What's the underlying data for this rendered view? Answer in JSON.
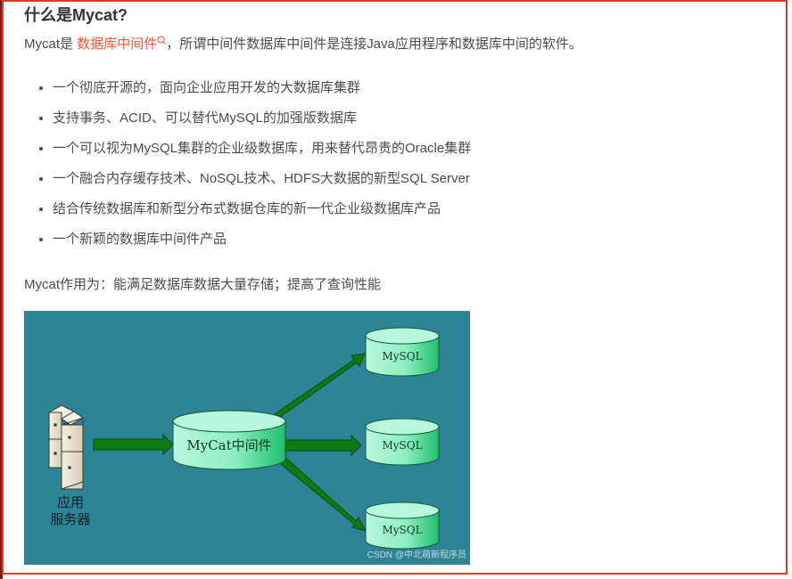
{
  "article": {
    "heading": "什么是Mycat?",
    "intro": {
      "prefix": "Mycat是 ",
      "link_text": "数据库中间件",
      "suffix": "，所谓中间件数据库中间件是连接Java应用程序和数据库中间的软件。"
    },
    "features": [
      "一个彻底开源的，面向企业应用开发的大数据库集群",
      "支持事务、ACID、可以替代MySQL的加强版数据库",
      "一个可以视为MySQL集群的企业级数据库，用来替代昂贵的Oracle集群",
      "一个融合内存缓存技术、NoSQL技术、HDFS大数据的新型SQL Server",
      "结合传统数据库和新型分布式数据仓库的新一代企业级数据库产品",
      "一个新颖的数据库中间件产品"
    ],
    "role_text": "Mycat作用为：能满足数据库数据大量存储；提高了查询性能"
  },
  "diagram": {
    "app_server_label_line1": "应用",
    "app_server_label_line2": "服务器",
    "middleware_label": "MyCat中间件",
    "db_labels": [
      "MySQL",
      "MySQL",
      "MySQL"
    ],
    "watermark": "CSDN @中北萌新程序员",
    "colors": {
      "background": "#2e8497",
      "arrow": "#0f7a12",
      "cylinder_light": "#b8f7dc",
      "cylinder_dark": "#1fbf6e",
      "highlight_border": "#e8322c",
      "link": "#fc5531"
    }
  }
}
